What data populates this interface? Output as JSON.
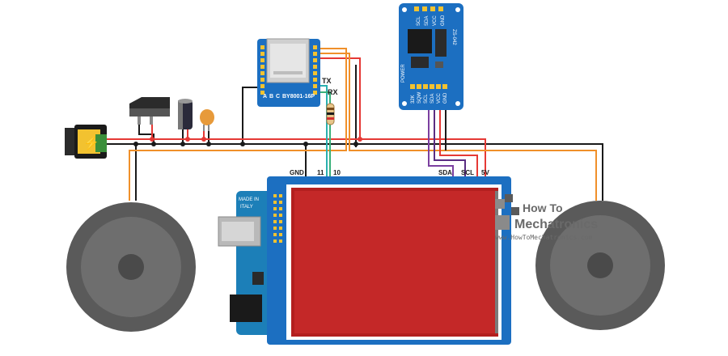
{
  "mp3_module": {
    "pin_a": "A",
    "pin_b": "B",
    "pin_c": "C",
    "model": "BY8001-16P",
    "tx_label": "TX",
    "rx_label": "RX"
  },
  "rtc_module": {
    "top_pins": [
      "SCL",
      "SDA",
      "VCC",
      "GND"
    ],
    "bottom_pins": [
      "32K",
      "SQW",
      "SCL",
      "SDA",
      "VCC",
      "GND"
    ],
    "power_label": "POWER",
    "chip_code": "ZS-042"
  },
  "wire_labels": {
    "gnd": "GND",
    "pin11": "11",
    "pin10": "10",
    "sda": "SDA",
    "scl": "SCL",
    "five_volt": "5V"
  },
  "arduino": {
    "made_in_line1": "MADE IN",
    "made_in_line2": "ITALY"
  },
  "logo": {
    "line1": "How To",
    "line2": "Mechatronics",
    "url": "www.HowToMechatronics.com"
  },
  "colors": {
    "board_blue": "#1c6fc1",
    "wire_black": "#1a1a1a",
    "wire_red": "#e53935",
    "wire_orange": "#f0902a",
    "wire_purple": "#7b3fa0",
    "wire_teal": "#2ab0b0",
    "speaker_gray": "#5a5a5a"
  },
  "icons": [
    "lightning-icon"
  ]
}
